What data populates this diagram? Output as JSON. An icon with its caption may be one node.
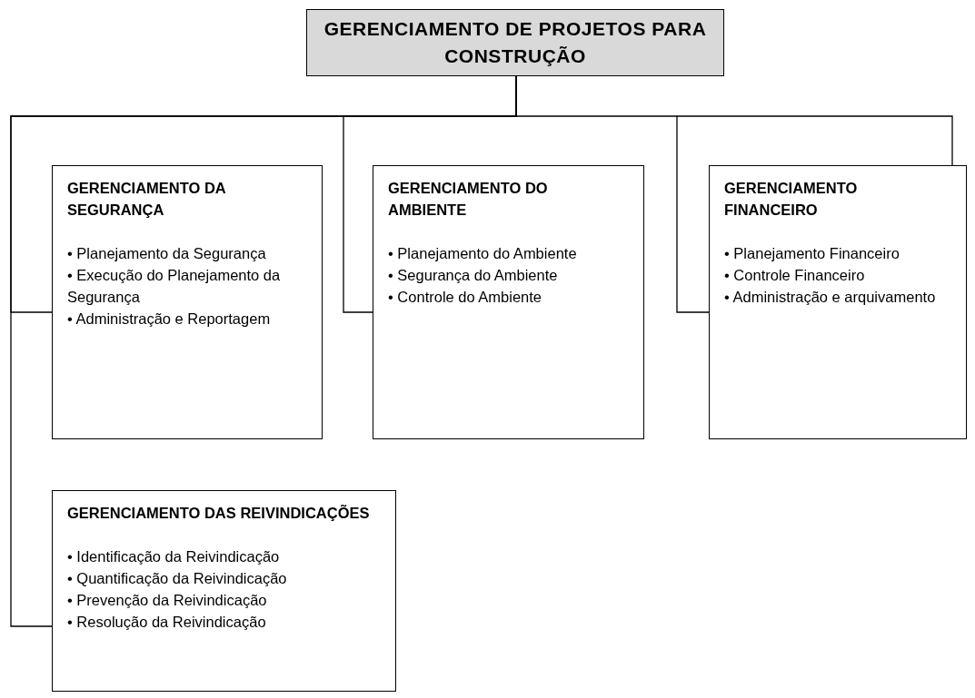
{
  "diagram": {
    "nodes": [
      {
        "text": [
          "GERENCIAMENTO DE PROJETOS PARA CONSTRUÇÃO"
        ]
      },
      {
        "text": [
          "GERENCIAMENTO DA SEGURANÇA",
          "• Planejamento da Segurança",
          "• Execução do Planejamento da Segurança",
          "• Administração e Reportagem"
        ]
      },
      {
        "text": [
          "GERENCIAMENTO DO AMBIENTE",
          "• Planejamento do Ambiente",
          "• Segurança do Ambiente",
          "• Controle do Ambiente"
        ]
      },
      {
        "text": [
          "GERENCIAMENTO FINANCEIRO",
          "• Planejamento Financeiro",
          "• Controle Financeiro",
          "• Administração e arquivamento"
        ]
      },
      {
        "text": [
          "GERENCIAMENTO DAS REIVINDICAÇÕES",
          "• Identificação da Reivindicação",
          "• Quantificação da Reivindicação",
          "• Prevenção da Reivindicação",
          "• Resolução da Reivindicação"
        ]
      }
    ],
    "edges": [
      {
        "from": 0,
        "to": 1,
        "arrow": "none"
      },
      {
        "from": 0,
        "to": 2,
        "arrow": "none"
      },
      {
        "from": 0,
        "to": 3,
        "arrow": "none"
      },
      {
        "from": 0,
        "to": 4,
        "arrow": "none"
      }
    ]
  }
}
